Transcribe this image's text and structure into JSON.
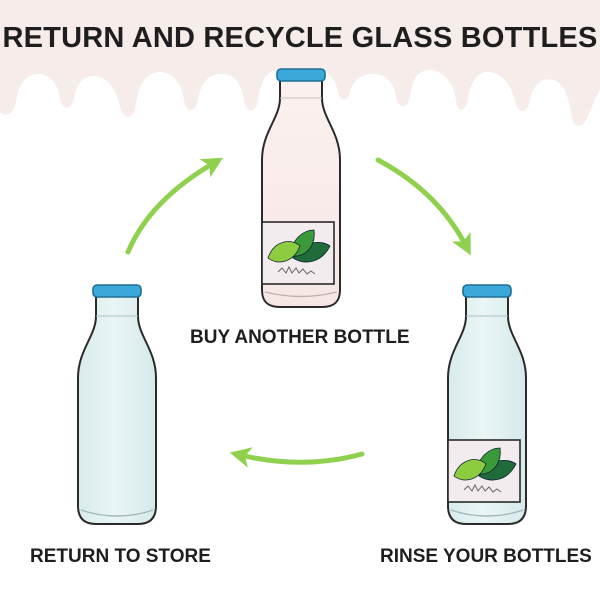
{
  "title": "RETURN AND RECYCLE GLASS BOTTLES",
  "steps": {
    "buy": "BUY ANOTHER BOTTLE",
    "rinse": "RINSE YOUR BOTTLES",
    "return": "RETURN TO STORE"
  },
  "colors": {
    "drip": "#f6ece9",
    "cap": "#3aa8d8",
    "cap_outline": "#1f6f95",
    "glass_empty": "#e3f0f0",
    "glass_milk": "#f8eae8",
    "arrow": "#8fd14f",
    "leaf_light": "#8ccc3e",
    "leaf_mid": "#3a9a3a",
    "leaf_dark": "#1f6b3a",
    "label_paper": "#f2ecef"
  },
  "icons": {
    "arrows": [
      "arrow-right-up-icon",
      "arrow-right-down-icon",
      "arrow-left-icon"
    ],
    "label_art": "leaf-icon"
  }
}
